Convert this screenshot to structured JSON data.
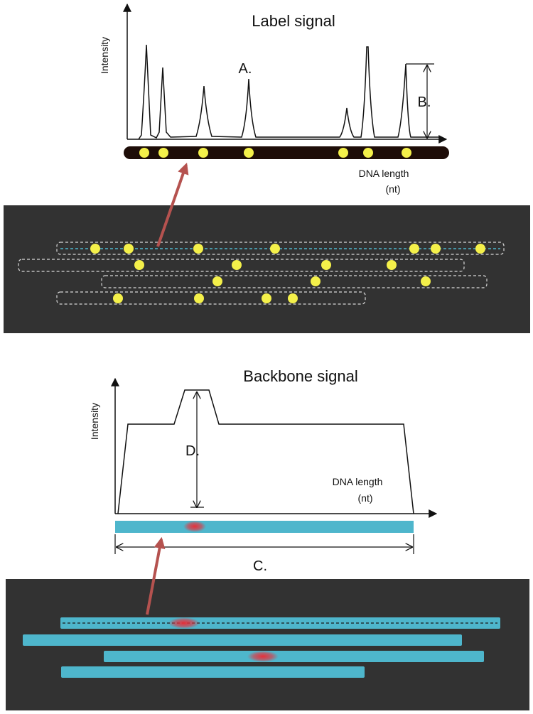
{
  "label_panel": {
    "title": "Label signal",
    "y_axis": "Intensity",
    "x_axis_line1": "DNA length",
    "x_axis_line2": "(nt)",
    "peak_label": "A.",
    "height_label": "B."
  },
  "backbone_panel": {
    "title": "Backbone signal",
    "y_axis": "Intensity",
    "x_axis_line1": "DNA length",
    "x_axis_line2": "(nt)",
    "width_label": "C.",
    "height_label": "D."
  },
  "colors": {
    "dark_panel": "#323232",
    "label_dot": "#f4f04a",
    "backbone": "#4eb6cc",
    "backbone_spot": "#e8303a",
    "arrow": "#b5524f"
  }
}
